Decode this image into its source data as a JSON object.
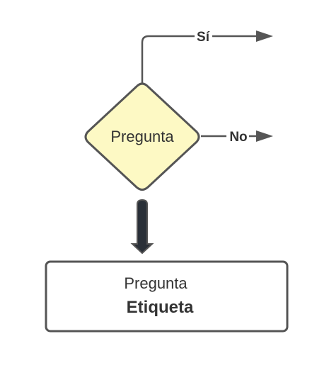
{
  "decision": {
    "label": "Pregunta",
    "fill_color": "#fdf9c4"
  },
  "branches": {
    "yes_label": "Sí",
    "no_label": "No"
  },
  "box": {
    "question": "Pregunta",
    "label": "Etiqueta"
  },
  "colors": {
    "stroke": "#555555",
    "text": "#333333",
    "arrow_fill": "#2a3038"
  }
}
